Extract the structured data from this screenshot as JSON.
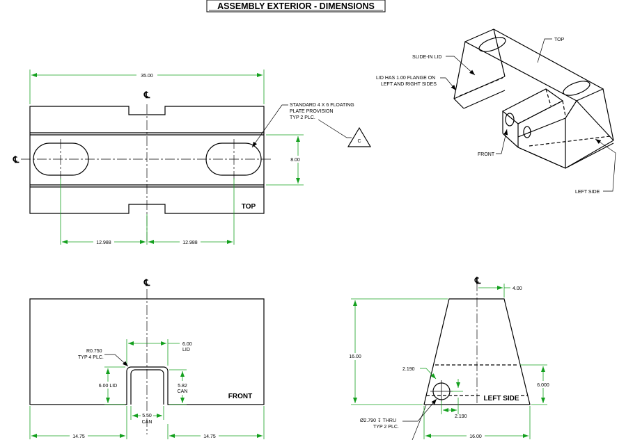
{
  "title": "ASSEMBLY EXTERIOR - DIMENSIONS",
  "centerline_symbol": "℄",
  "colors": {
    "dimension": "#14a01e",
    "object": "#000000",
    "background": "#ffffff"
  },
  "top_view": {
    "name": "TOP",
    "dim_length": "35.00",
    "dim_width": "8.00",
    "dim_left": "12.988",
    "dim_right": "12.988",
    "note": [
      "STANDARD 4 X 6 FLOATING",
      "PLATE PROVISION",
      "TYP 2 PLC."
    ],
    "callout": "C"
  },
  "front_view": {
    "name": "FRONT",
    "radius": [
      "R0.750",
      "TYP 4 PLC."
    ],
    "lid_width": [
      "6.00",
      "LID"
    ],
    "lid_depth": "6.00 LID",
    "can_depth": [
      "5.82",
      "CAN"
    ],
    "can_width": [
      "5.50",
      "CAN"
    ],
    "left": "14.75",
    "right": "14.75"
  },
  "left_side_view": {
    "name": "LEFT SIDE",
    "offset": "4.00",
    "height": "16.00",
    "lid_height": "6.000",
    "hole_offset": "2.190",
    "hole_offset_bottom": "2.190",
    "hole": [
      "Ø2.790 ↧ THRU",
      "TYP 2 PLC."
    ],
    "base_width": "16.00"
  },
  "iso_view": {
    "top": "TOP",
    "slide_in_lid": "SLIDE-IN LID",
    "lid_note": [
      "LID HAS 1.00 FLANGE ON",
      "LEFT AND RIGHT SIDES"
    ],
    "front": "FRONT",
    "left_side": "LEFT SIDE"
  }
}
